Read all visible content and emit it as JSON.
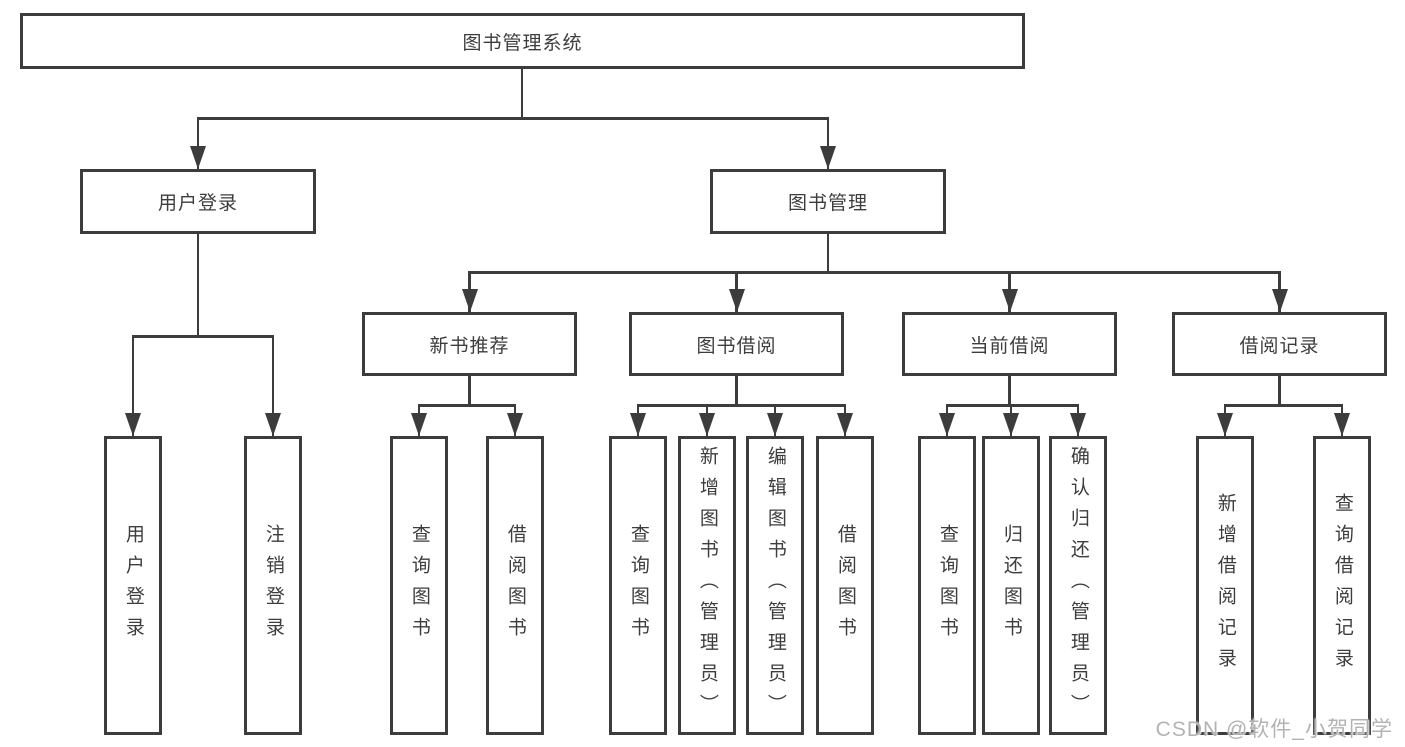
{
  "diagram": {
    "title_node": {
      "label": "图书管理系统"
    },
    "level2": [
      {
        "label": "用户登录"
      },
      {
        "label": "图书管理"
      }
    ],
    "level3": [
      {
        "label": "新书推荐"
      },
      {
        "label": "图书借阅"
      },
      {
        "label": "当前借阅"
      },
      {
        "label": "借阅记录"
      }
    ],
    "leaves": {
      "userLogin": [
        {
          "label": "用户登录"
        },
        {
          "label": "注销登录"
        }
      ],
      "newBookRecommend": [
        {
          "label": "查询图书"
        },
        {
          "label": "借阅图书"
        }
      ],
      "bookBorrow": [
        {
          "label": "查询图书"
        },
        {
          "label": "新增图书（管理员）"
        },
        {
          "label": "编辑图书（管理员）"
        },
        {
          "label": "借阅图书"
        }
      ],
      "currentBorrow": [
        {
          "label": "查询图书"
        },
        {
          "label": "归还图书"
        },
        {
          "label": "确认归还（管理员）"
        }
      ],
      "borrowRecord": [
        {
          "label": "新增借阅记录"
        },
        {
          "label": "查询借阅记录"
        }
      ]
    }
  },
  "watermark": {
    "text": "CSDN @软件_小贺同学"
  },
  "colors": {
    "line": "#3c3c3c",
    "text": "#3d3d3d",
    "background": "#ffffff",
    "watermark": "#b3b3b3"
  }
}
